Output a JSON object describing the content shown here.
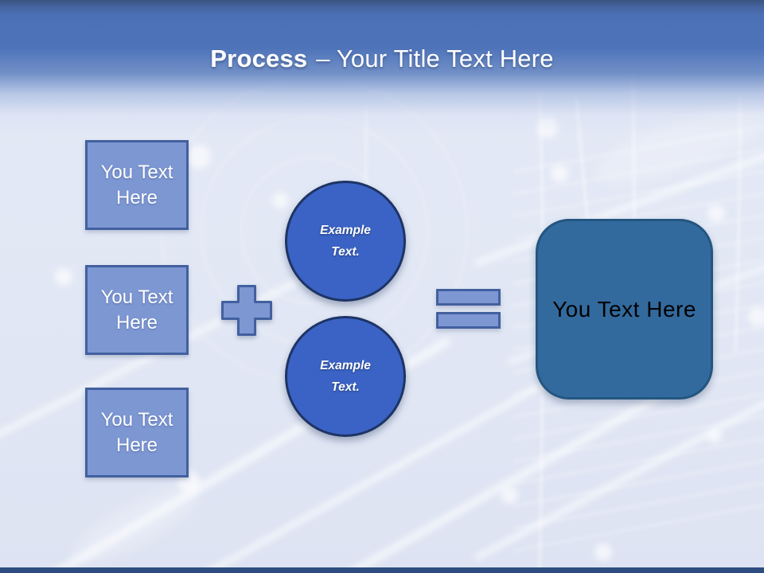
{
  "slide": {
    "header": {
      "title_bold": "Process",
      "title_rest": "– Your Title Text Here"
    },
    "input_boxes": [
      {
        "label": "You Text Here"
      },
      {
        "label": "You Text Here"
      },
      {
        "label": "You Text Here"
      }
    ],
    "operators": {
      "plus_icon": "plus-sign",
      "equals_icon": "equals-sign"
    },
    "circles": [
      {
        "label": "Example Text."
      },
      {
        "label": "Example Text."
      }
    ],
    "result_box": {
      "label": "You Text Here"
    },
    "colors": {
      "header_top": "#3a5480",
      "header_blue": "#4e73b9",
      "background": "#e1e7f4",
      "input_box_fill": "#7d97d3",
      "input_box_border": "#42609f",
      "circle_fill": "#3a63c5",
      "circle_border": "#1e3465",
      "result_fill": "#336a9e",
      "result_border": "#235680",
      "footer_bar": "#2d4d80",
      "title_text": "#ffffff"
    }
  }
}
